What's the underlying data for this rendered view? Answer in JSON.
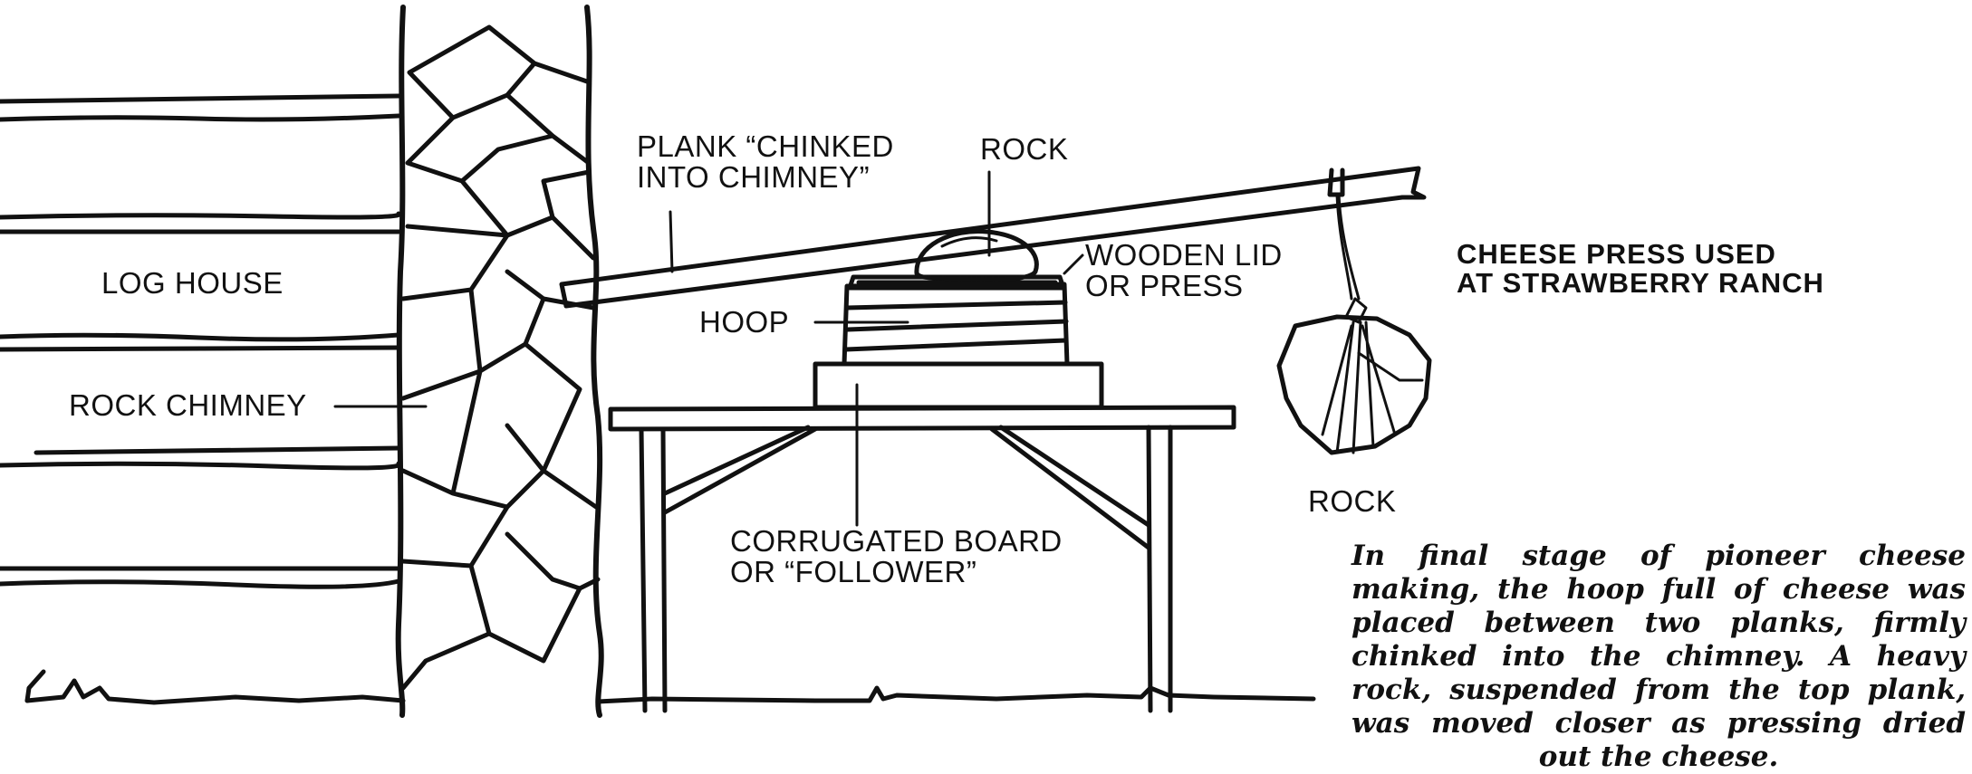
{
  "labels": {
    "log_house": "LOG HOUSE",
    "rock_chimney": "ROCK CHIMNEY",
    "plank_line1": "PLANK “CHINKED",
    "plank_line2": "INTO CHIMNEY”",
    "rock_top": "ROCK",
    "wooden_lid_line1": "WOODEN LID",
    "wooden_lid_line2": "OR PRESS",
    "hoop": "HOOP",
    "follower_line1": "CORRUGATED BOARD",
    "follower_line2": "OR “FOLLOWER”",
    "rock_hanging": "ROCK"
  },
  "title": {
    "line1": "CHEESE PRESS USED",
    "line2": "AT STRAWBERRY RANCH"
  },
  "caption": "In final stage of pioneer cheese making, the hoop full of cheese was placed between two planks, firmly chinked into the chimney. A heavy rock, suspended from the top plank, was moved closer as pressing dried out the cheese."
}
